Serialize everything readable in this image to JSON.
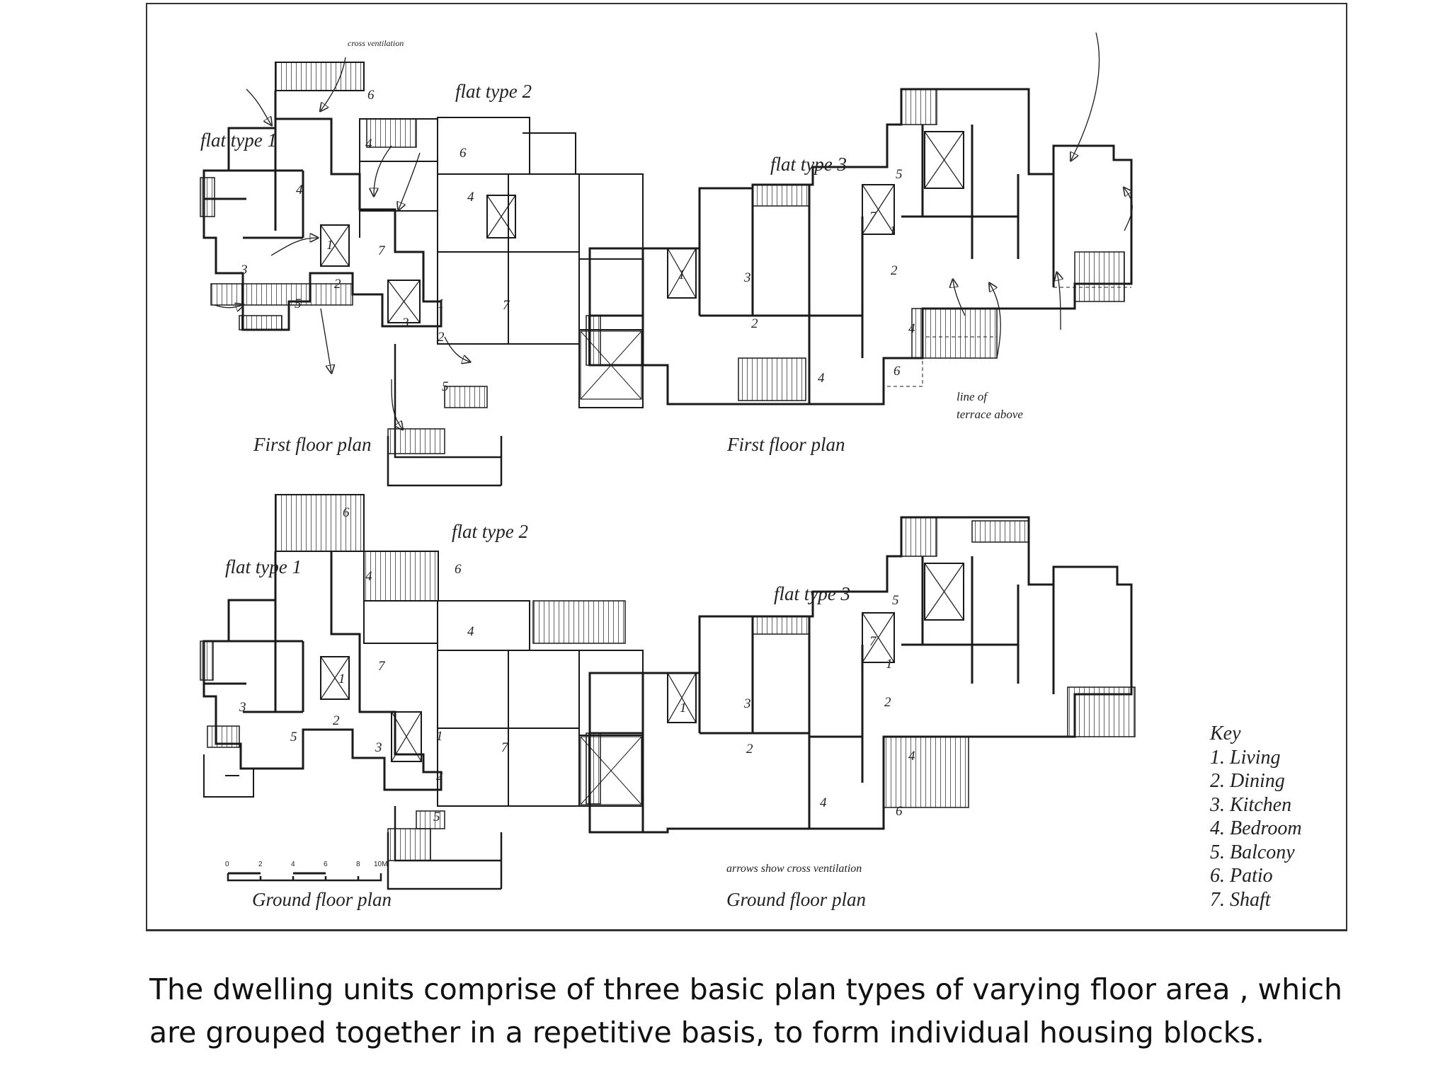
{
  "labels": {
    "cross_ventilation": "cross ventilation",
    "flat_type_1": "flat type 1",
    "flat_type_2": "flat type 2",
    "flat_type_3": "flat type 3",
    "first_floor_plan": "First floor plan",
    "ground_floor_plan": "Ground floor plan",
    "terrace_line": "line of",
    "terrace_above": "terrace above",
    "arrows_note": "arrows show cross ventilation"
  },
  "scale_bar": {
    "ticks": [
      "0",
      "2",
      "4",
      "6",
      "8",
      "10M"
    ]
  },
  "key": {
    "title": "Key",
    "items": [
      "1. Living",
      "2. Dining",
      "3. Kitchen",
      "4. Bedroom",
      "5. Balcony",
      "6. Patio",
      "7. Shaft"
    ]
  },
  "caption": "The dwelling units comprise  of three basic plan types of varying floor area , which are grouped together in a repetitive basis, to form individual housing blocks.",
  "colors": {
    "line": "#1a1a1a",
    "background": "#ffffff"
  }
}
